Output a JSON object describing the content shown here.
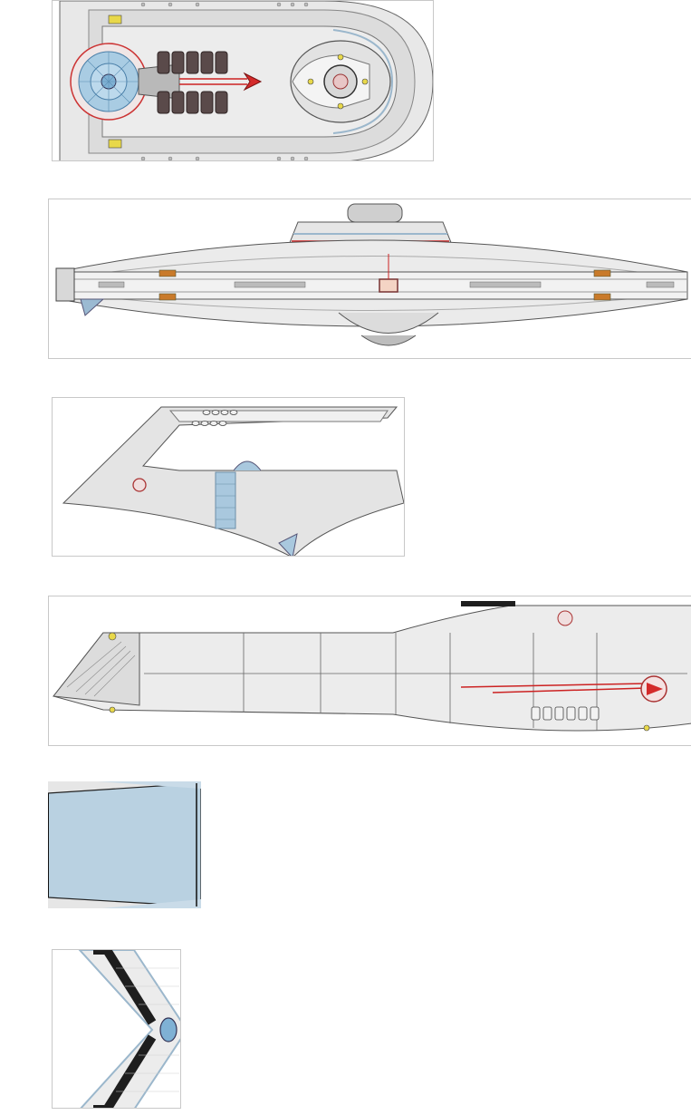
{
  "sheet": {
    "views": [
      {
        "id": "top-view"
      },
      {
        "id": "front-view"
      },
      {
        "id": "partial-side-view"
      },
      {
        "id": "side-view"
      },
      {
        "id": "deflector-detail"
      },
      {
        "id": "bow-detail"
      }
    ]
  },
  "colors": {
    "hull": "#e6e6e6",
    "hull_light": "#f2f2f2",
    "line": "#555555",
    "accent_red": "#d42a2a",
    "window_blue": "#a9c8de",
    "deflector_blue": "#b9d1e1",
    "dark_panel": "#5a4a4a",
    "yellow_light": "#e8d84a",
    "black_stripe": "#1e1e1e"
  },
  "icons": [
    "starfleet-delta-icon",
    "deflector-dish-icon",
    "window-row-icon",
    "marker-light-icon"
  ]
}
